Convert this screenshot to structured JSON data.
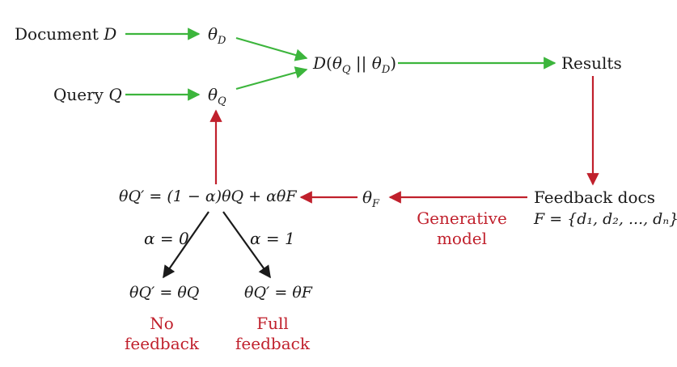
{
  "nodes": {
    "document": "Document",
    "document_var": "D",
    "query": "Query",
    "query_var": "Q",
    "theta_d": "θ",
    "theta_d_sub": "D",
    "theta_q": "θ",
    "theta_q_sub": "Q",
    "kl_fn": "D",
    "kl_open": "(",
    "kl_theta1": "θ",
    "kl_sub1": "Q",
    "kl_mid": " || ",
    "kl_theta2": "θ",
    "kl_sub2": "D",
    "kl_close": ")",
    "results": "Results",
    "feedback_docs": "Feedback docs",
    "feedback_set": "F = {d₁, d₂, ..., dₙ}",
    "theta_f": "θ",
    "theta_f_sub": "F",
    "interp_formula": "θQ′ = (1 − α)θQ + αθF",
    "branch_left_label": "α = 0",
    "branch_right_label": "α = 1",
    "left_result": "θQ′ = θQ",
    "right_result": "θQ′ = θF"
  },
  "annotations": {
    "generative_model_line1": "Generative",
    "generative_model_line2": "model",
    "no_feedback_line1": "No",
    "no_feedback_line2": "feedback",
    "full_feedback_line1": "Full",
    "full_feedback_line2": "feedback"
  },
  "colors": {
    "green_arrow": "#3cb53c",
    "red_arrow": "#c0202c",
    "black_arrow": "#1a1a1a",
    "text": "#1a1a1a",
    "annotation": "#c0202c"
  }
}
